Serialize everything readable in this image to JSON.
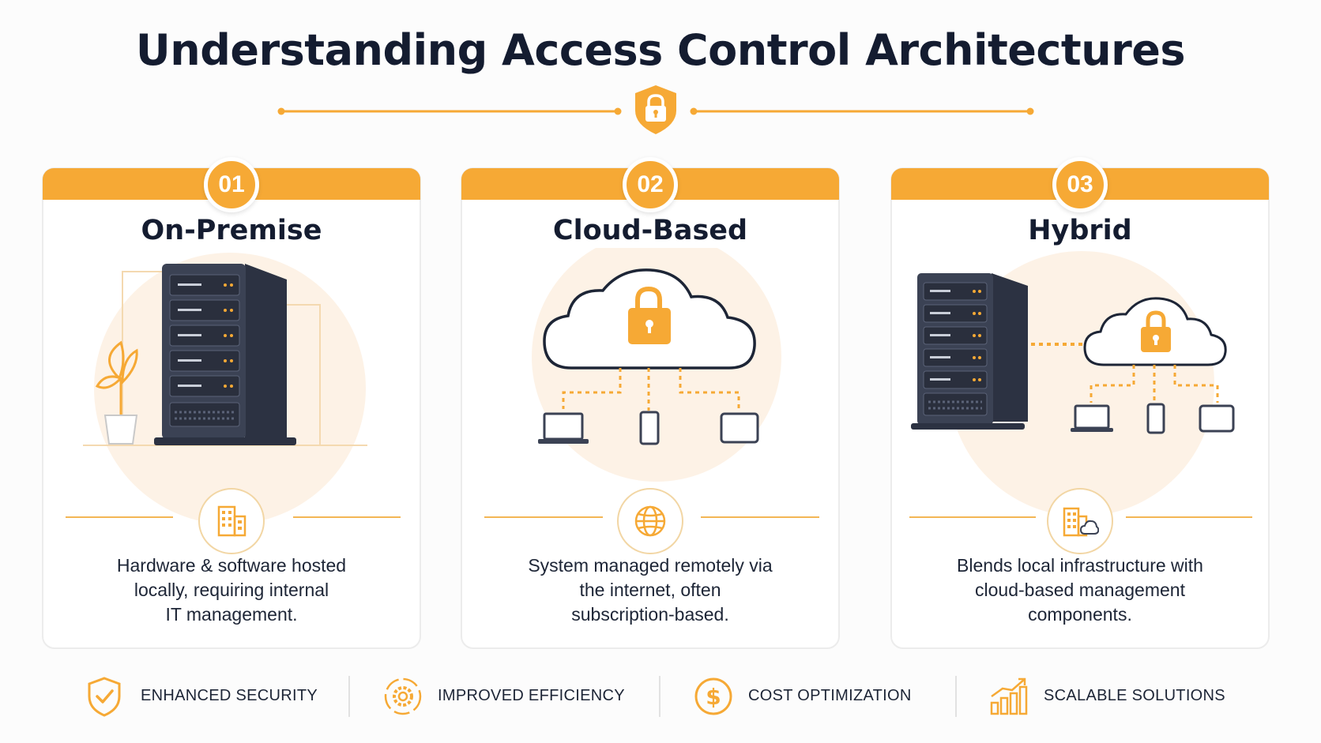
{
  "title": "Understanding Access Control Architectures",
  "colors": {
    "accent": "#f6a935",
    "dark": "#141c30",
    "server": "#3b4254"
  },
  "divider_icon": "shield-lock-icon",
  "cards": [
    {
      "number": "01",
      "title": "On-Premise",
      "illustration": "server-rack",
      "icon": "office-building-icon",
      "desc": [
        "Hardware & software hosted",
        "locally, requiring internal",
        "IT management."
      ]
    },
    {
      "number": "02",
      "title": "Cloud-Based",
      "illustration": "cloud-with-devices",
      "icon": "globe-icon",
      "desc": [
        "System managed remotely via",
        "the internet, often",
        "subscription-based."
      ]
    },
    {
      "number": "03",
      "title": "Hybrid",
      "illustration": "server-and-cloud",
      "icon": "building-cloud-icon",
      "desc": [
        "Blends local infrastructure with",
        "cloud-based management",
        "components."
      ]
    }
  ],
  "benefits": [
    {
      "label": "ENHANCED SECURITY",
      "icon": "shield-check-icon"
    },
    {
      "label": "IMPROVED EFFICIENCY",
      "icon": "gear-icon"
    },
    {
      "label": "COST OPTIMIZATION",
      "icon": "dollar-icon"
    },
    {
      "label": "SCALABLE SOLUTIONS",
      "icon": "growth-chart-icon"
    }
  ]
}
